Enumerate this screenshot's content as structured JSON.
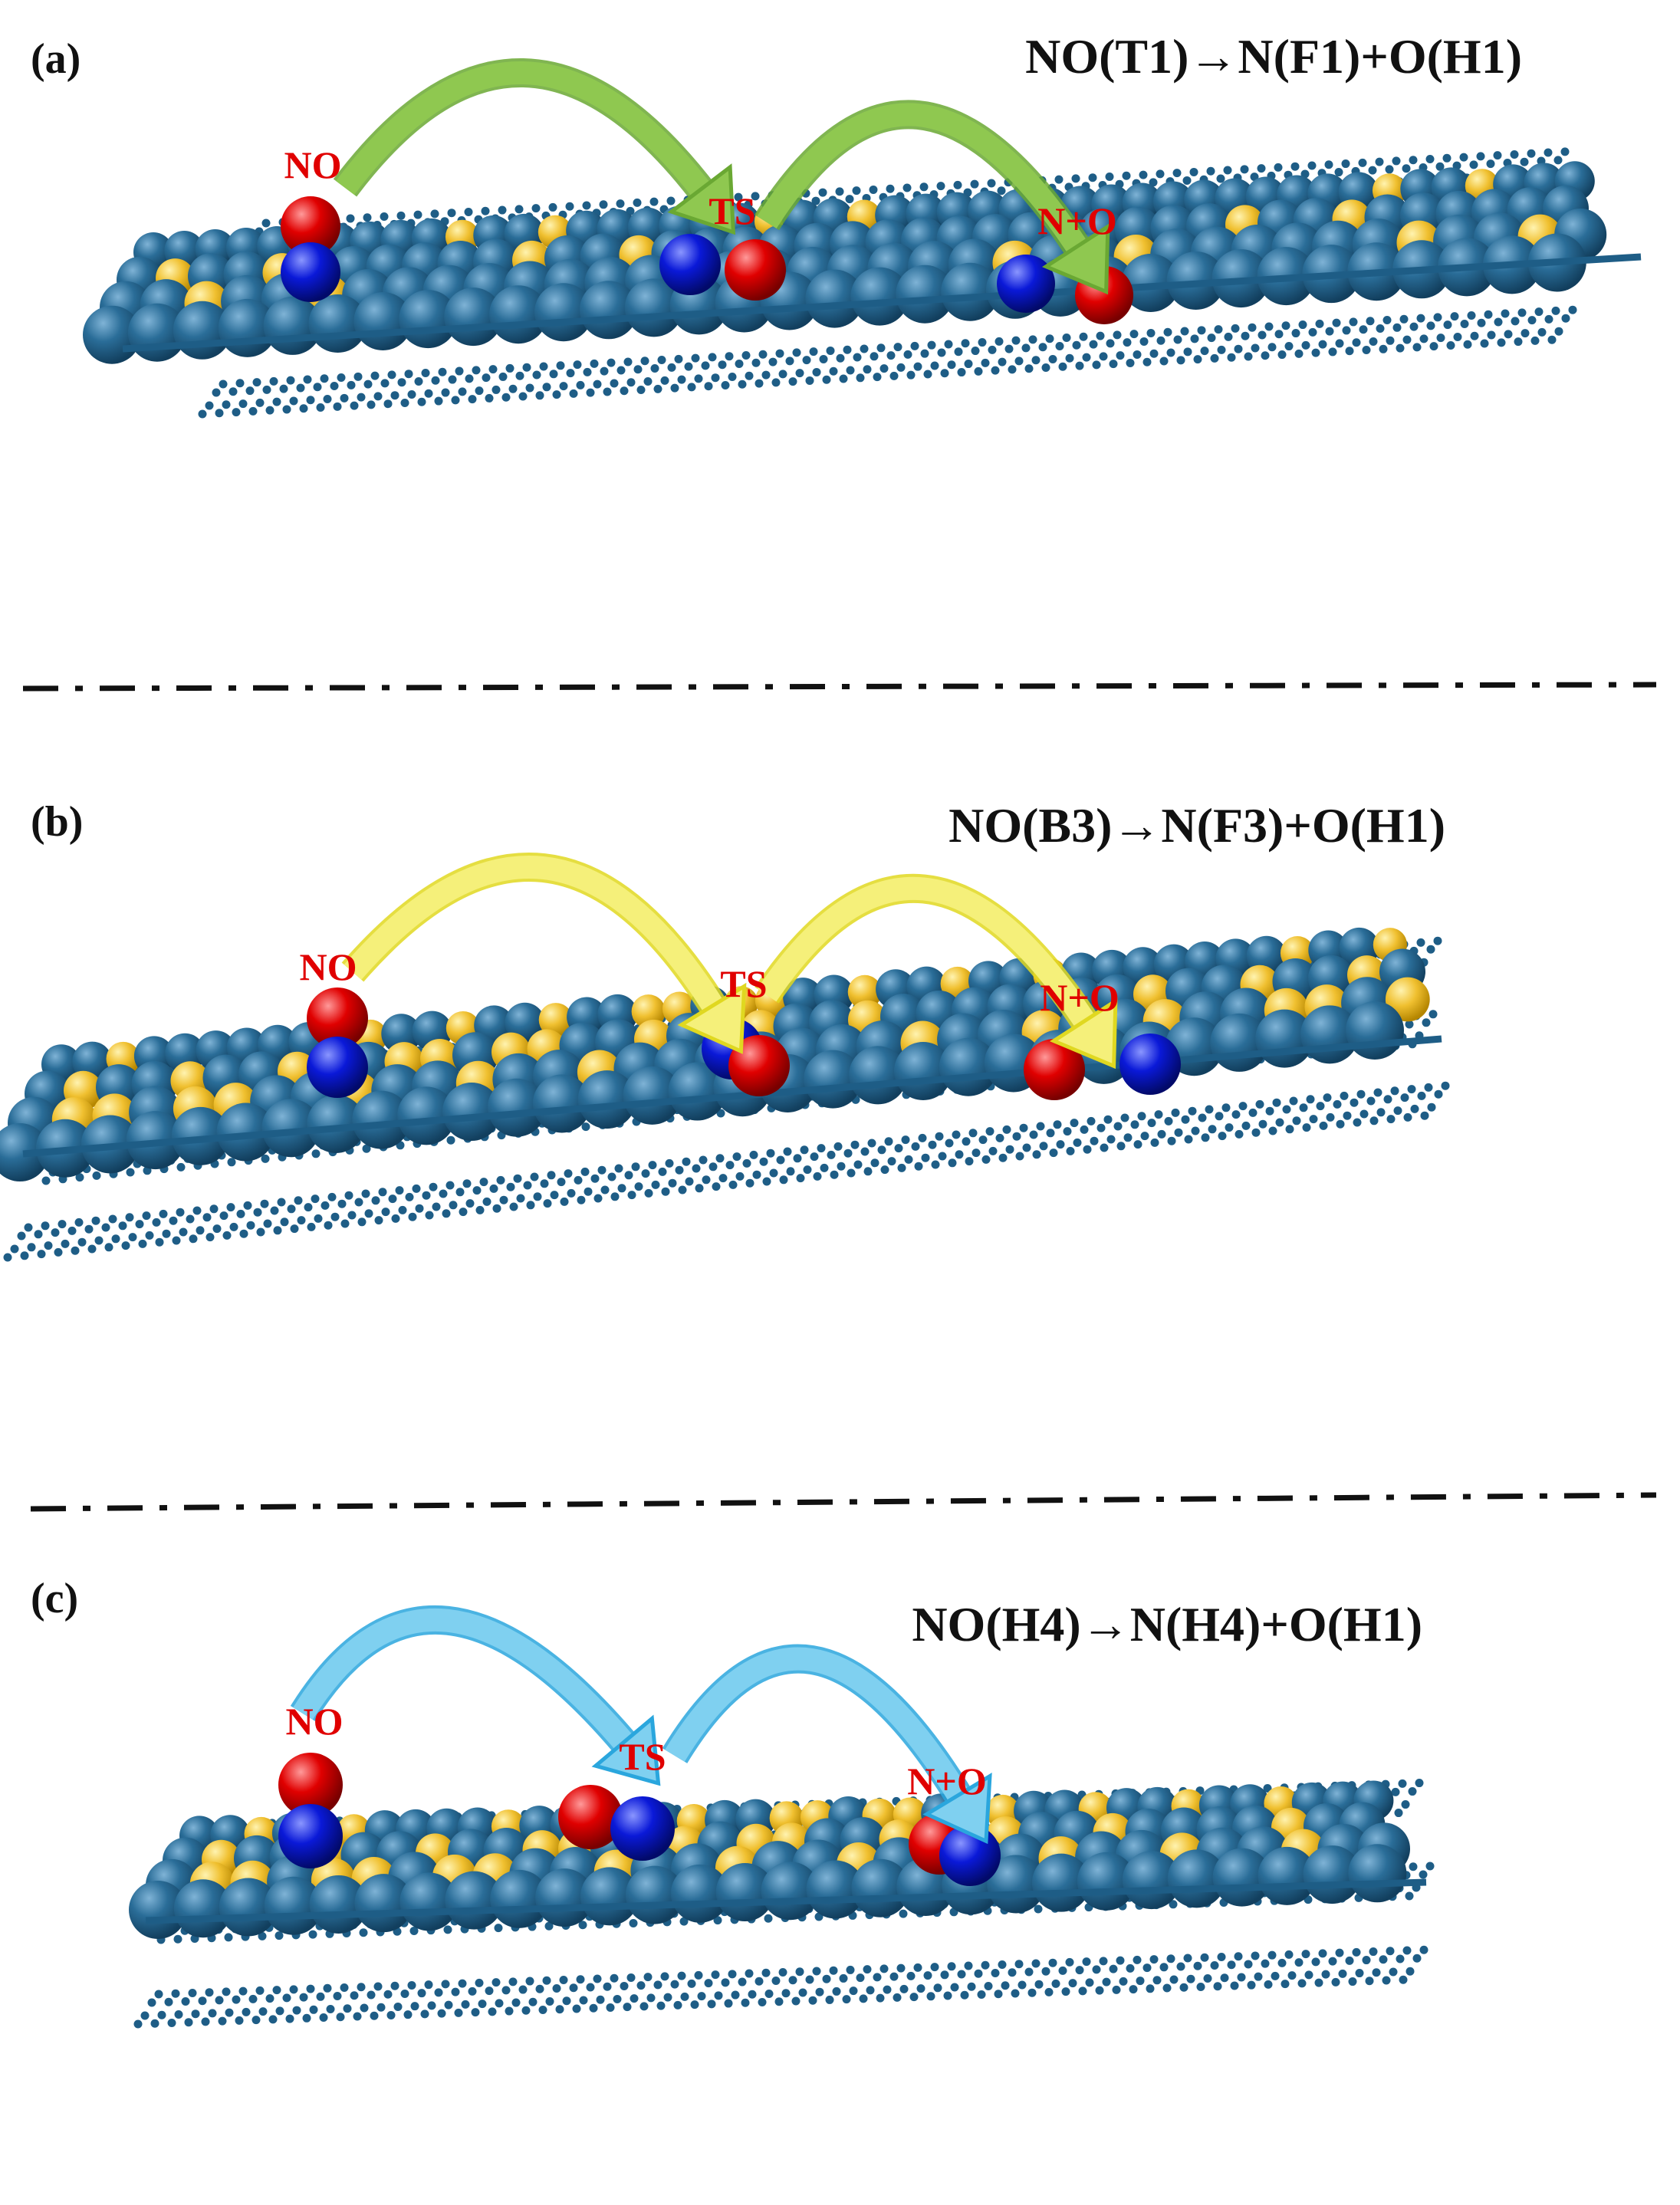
{
  "colors": {
    "metal": "#1e5d86",
    "metal_light": "#4d8fb8",
    "sulfur": "#f0c030",
    "nitrogen": "#0a19d8",
    "oxygen": "#e00000",
    "divider": "#111111"
  },
  "panels": [
    {
      "label": "(a)",
      "reaction": "NO(T1)→N(F1)+O(H1)",
      "species": {
        "initial": "NO",
        "transition": "TS",
        "final": "N+O"
      },
      "arrow_color": "#8fc850",
      "arrow_color_dark": "#6aa833",
      "sulfur_density": 0.2
    },
    {
      "label": "(b)",
      "reaction": "NO(B3)→N(F3)+O(H1)",
      "species": {
        "initial": "NO",
        "transition": "TS",
        "final": "N+O"
      },
      "arrow_color": "#f5f07a",
      "arrow_color_dark": "#e0d820",
      "sulfur_density": 0.45
    },
    {
      "label": "(c)",
      "reaction": "NO(H4)→N(H4)+O(H1)",
      "species": {
        "initial": "NO",
        "transition": "TS",
        "final": "N+O"
      },
      "arrow_color": "#7fd0f0",
      "arrow_color_dark": "#2aa6dd",
      "sulfur_density": 0.55
    }
  ]
}
